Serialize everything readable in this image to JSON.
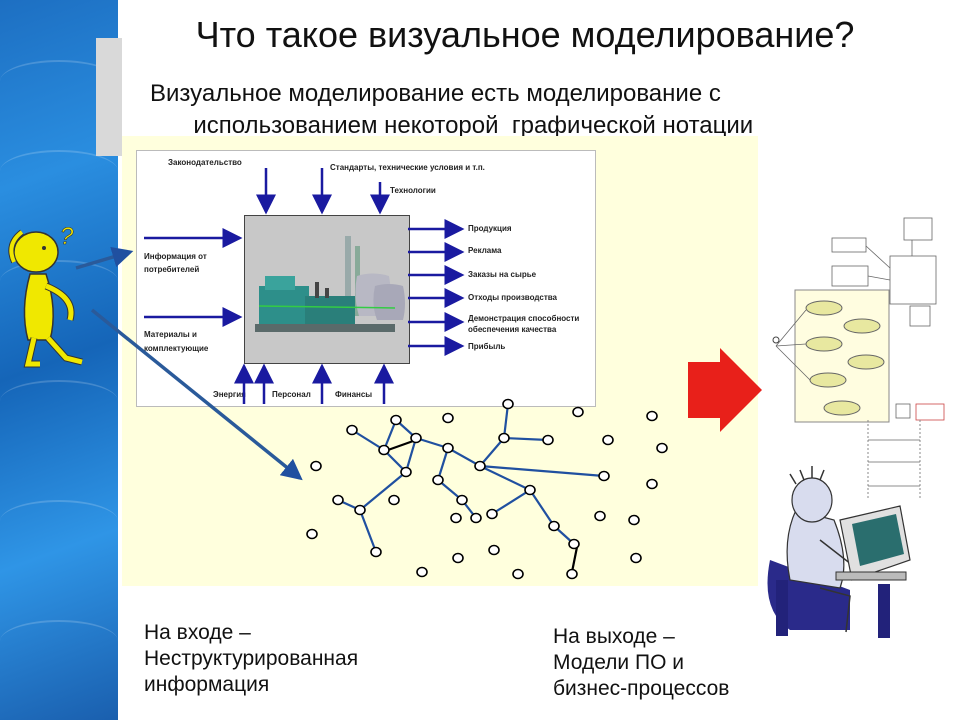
{
  "title": "Что такое визуальное моделирование?",
  "subtitle": {
    "line1": "Визуальное моделирование есть моделирование с",
    "line2": "  использованием некоторой  графической нотации"
  },
  "process_diagram": {
    "top_inputs": [
      "Законодательство",
      "Стандарты, технические условия и т.п.",
      "Технологии"
    ],
    "left_inputs": [
      "Информация от потребителей",
      "Материалы и комплектующие"
    ],
    "outputs": [
      "Продукция",
      "Реклама",
      "Заказы на сырье",
      "Отходы производства",
      "Демонстрация способности обеспечения качества",
      "Прибыль"
    ],
    "bottom_inputs": [
      "Энергия",
      "Персонал",
      "Финансы"
    ]
  },
  "captions": {
    "input": [
      "На входе –",
      "Неструктурированная",
      "информация"
    ],
    "output": [
      "На выходе –",
      "Модели ПО и",
      "бизнес-процессов"
    ]
  },
  "question_mark": "?",
  "colors": {
    "sidebar": "#1d6fc2",
    "panel": "#ffffdd",
    "arrow": "#1a1aa0",
    "big_arrow": "#e8201a",
    "figure": "#f0e800"
  }
}
